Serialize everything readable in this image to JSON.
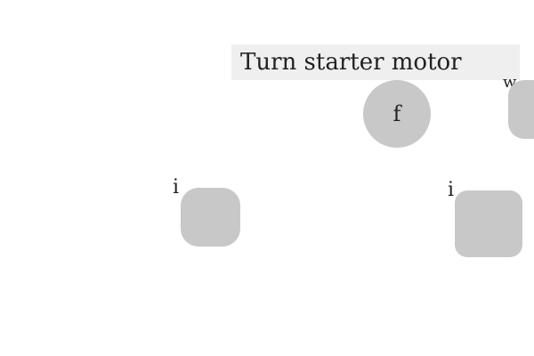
{
  "instruction": {
    "text": "Turn starter motor",
    "bg_color": "#efefef"
  },
  "shapes": [
    {
      "id": "circle-f",
      "shape": "circle",
      "label": "f"
    },
    {
      "id": "rounded-square-w",
      "shape": "rounded-square",
      "tag": "w"
    },
    {
      "id": "rounded-square-left",
      "shape": "rounded-square",
      "tag": "i"
    },
    {
      "id": "rounded-square-right",
      "shape": "rounded-square",
      "tag": "i"
    }
  ],
  "colors": {
    "background": "#ffffff",
    "shape_fill": "#c8c8c8",
    "text": "#222222"
  }
}
